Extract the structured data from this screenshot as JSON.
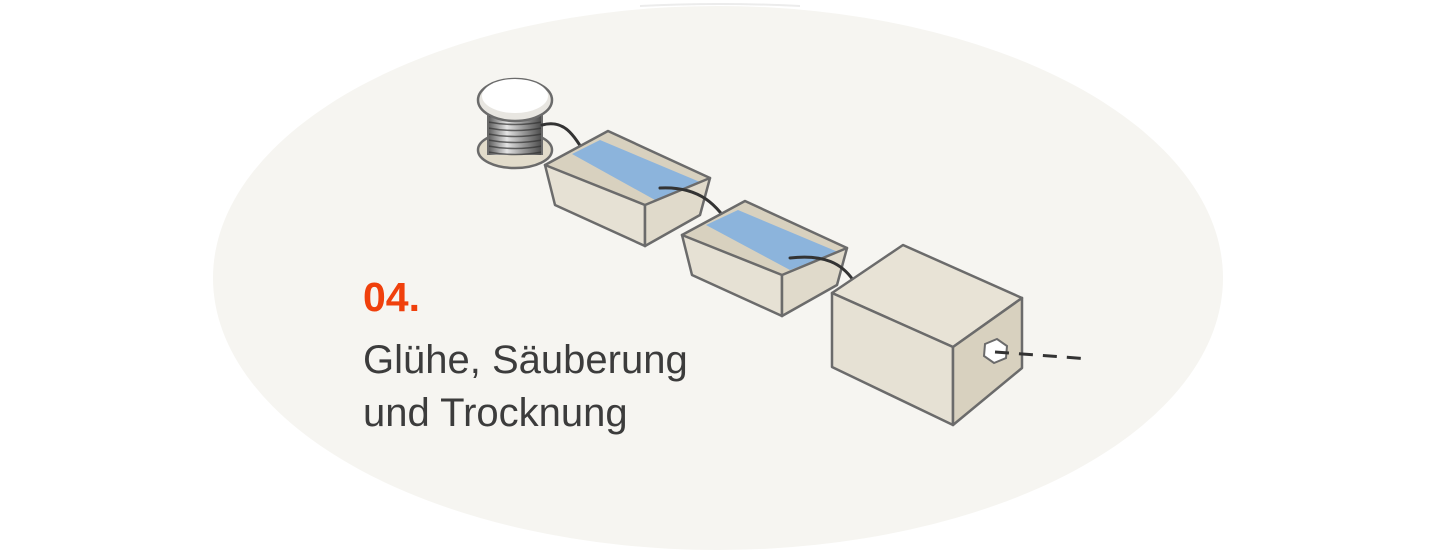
{
  "step": {
    "number": "04.",
    "title_lines": [
      "Glühe, Säuberung",
      "und Trocknung"
    ]
  },
  "colors": {
    "accent": "#f0400c",
    "text": "#3c3c3c",
    "backdrop": "#f6f5f1",
    "box_face": "#e6e1d4",
    "box_side": "#d8d1bf",
    "outline": "#6b6b6b",
    "water": "#8cb4dc",
    "wire": "#333333"
  },
  "icons": {
    "spool": "wire-spool-icon",
    "bath_1": "water-bath-icon",
    "bath_2": "water-bath-icon",
    "dryer": "drying-box-icon",
    "outlet": "hexagon-outlet-icon"
  }
}
